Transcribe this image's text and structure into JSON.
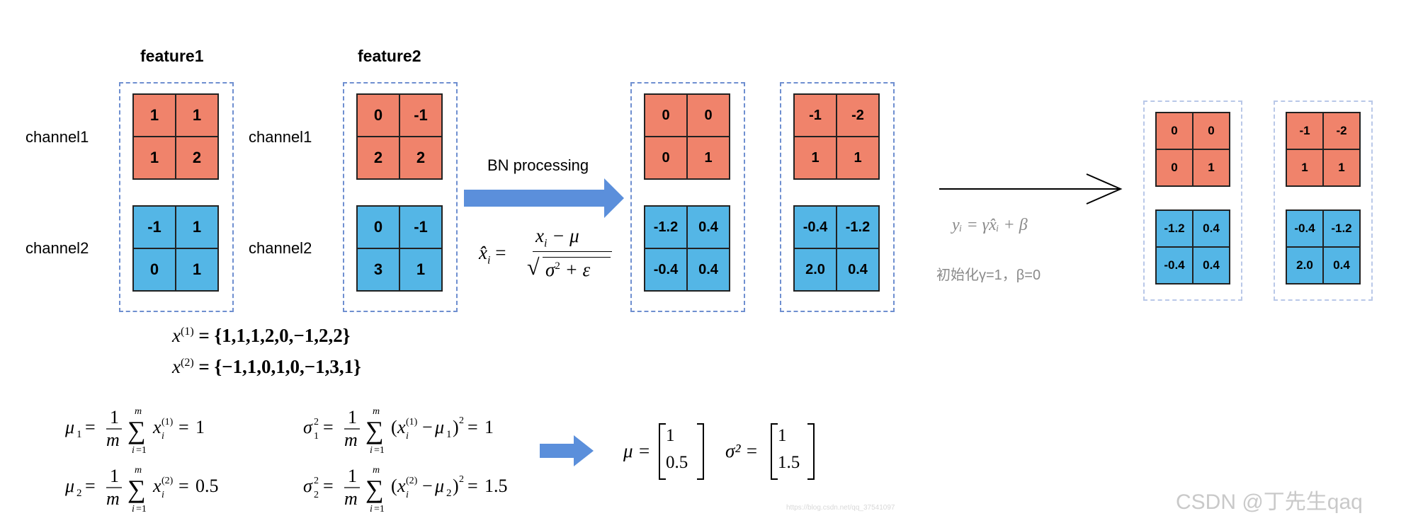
{
  "titles": {
    "feature1": "feature1",
    "feature2": "feature2"
  },
  "channel_labels": {
    "f1_ch1": "channel1",
    "f1_ch2": "channel2",
    "f2_ch1": "channel1",
    "f2_ch2": "channel2"
  },
  "grids": {
    "input_f1_c1": [
      "1",
      "1",
      "1",
      "2"
    ],
    "input_f1_c2": [
      "-1",
      "1",
      "0",
      "1"
    ],
    "input_f2_c1": [
      "0",
      "-1",
      "2",
      "2"
    ],
    "input_f2_c2": [
      "0",
      "-1",
      "3",
      "1"
    ],
    "norm_f1_c1": [
      "0",
      "0",
      "0",
      "1"
    ],
    "norm_f1_c2": [
      "-1.2",
      "0.4",
      "-0.4",
      "0.4"
    ],
    "norm_f2_c1": [
      "-1",
      "-2",
      "1",
      "1"
    ],
    "norm_f2_c2": [
      "-0.4",
      "-1.2",
      "2.0",
      "0.4"
    ],
    "out_f1_c1": [
      "0",
      "0",
      "0",
      "1"
    ],
    "out_f1_c2": [
      "-1.2",
      "0.4",
      "-0.4",
      "0.4"
    ],
    "out_f2_c1": [
      "-1",
      "-2",
      "1",
      "1"
    ],
    "out_f2_c2": [
      "-0.4",
      "-1.2",
      "2.0",
      "0.4"
    ]
  },
  "bn": {
    "label": "BN processing",
    "formula_lhs": "x̂",
    "formula_sub": "i",
    "formula_num": "x",
    "formula_num_sub": "i",
    "formula_num_rest": " − μ",
    "formula_den": "σ",
    "formula_den_sup": "2",
    "formula_den_rest": " + ε"
  },
  "affine": {
    "formula": "yᵢ = γx̂ᵢ + β",
    "init": "初始化γ=1，β=0"
  },
  "sets": {
    "x1_lhs": "x",
    "x1_sup": "(1)",
    "x1_rhs": " = {1,1,1,2,0,−1,2,2}",
    "x2_lhs": "x",
    "x2_sup": "(2)",
    "x2_rhs": " = {−1,1,0,1,0,−1,3,1}"
  },
  "stats": {
    "mu1_result": "1",
    "mu2_result": "0.5",
    "var1_result": "1",
    "var2_result": "1.5"
  },
  "vectors": {
    "mu_label": "μ =",
    "mu_values": [
      "1",
      "0.5"
    ],
    "var_label": "σ² =",
    "var_values": [
      "1",
      "1.5"
    ]
  },
  "watermarks": {
    "csdn": "CSDN @丁先生qaq",
    "url": "https://blog.csdn.net/qq_37541097"
  },
  "colors": {
    "channel1": "#f0836b",
    "channel2": "#54b6e6",
    "frame": "#6f8fd0",
    "arrow": "#5b8fdb"
  }
}
